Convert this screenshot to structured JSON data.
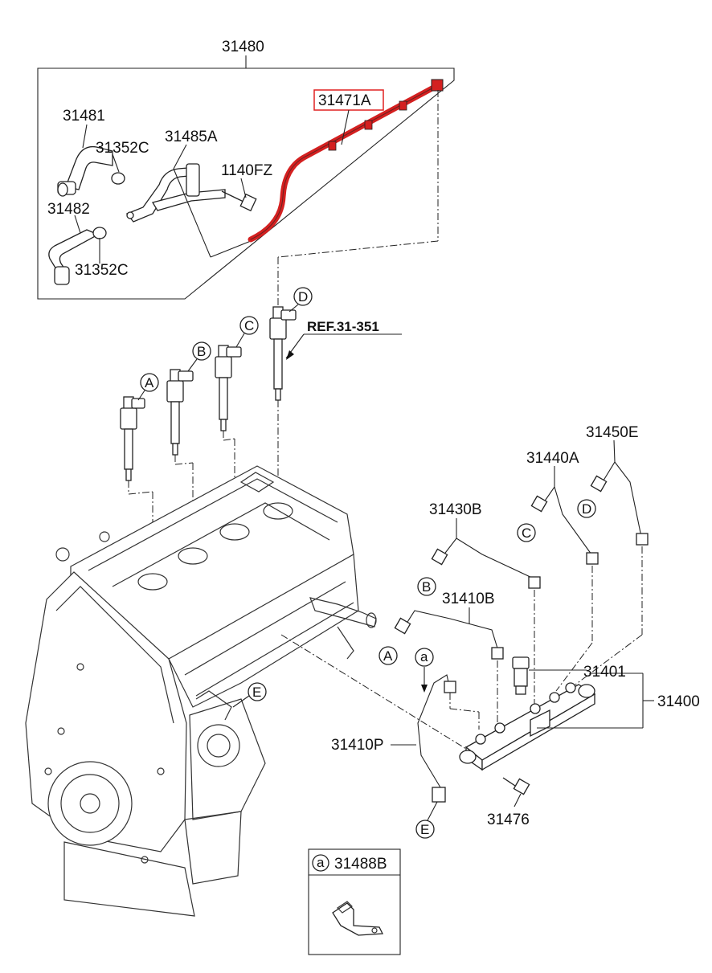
{
  "accent_color": "#e02020",
  "top_box": {
    "label": "31480"
  },
  "parts": {
    "p31481": "31481",
    "p31352C_top": "31352C",
    "p31485A": "31485A",
    "p1140FZ": "1140FZ",
    "p31471A": "31471A",
    "p31482": "31482",
    "p31352C_bottom": "31352C",
    "p31450E": "31450E",
    "p31440A": "31440A",
    "p31430B": "31430B",
    "p31410B": "31410B",
    "p31401": "31401",
    "p31400": "31400",
    "p31410P": "31410P",
    "p31476": "31476",
    "p31488B": "31488B"
  },
  "reference": "REF.31-351",
  "callouts": {
    "A": "A",
    "B": "B",
    "C": "C",
    "D": "D",
    "E": "E",
    "a": "a"
  },
  "legend": {
    "letter": "a",
    "part": "31488B"
  }
}
